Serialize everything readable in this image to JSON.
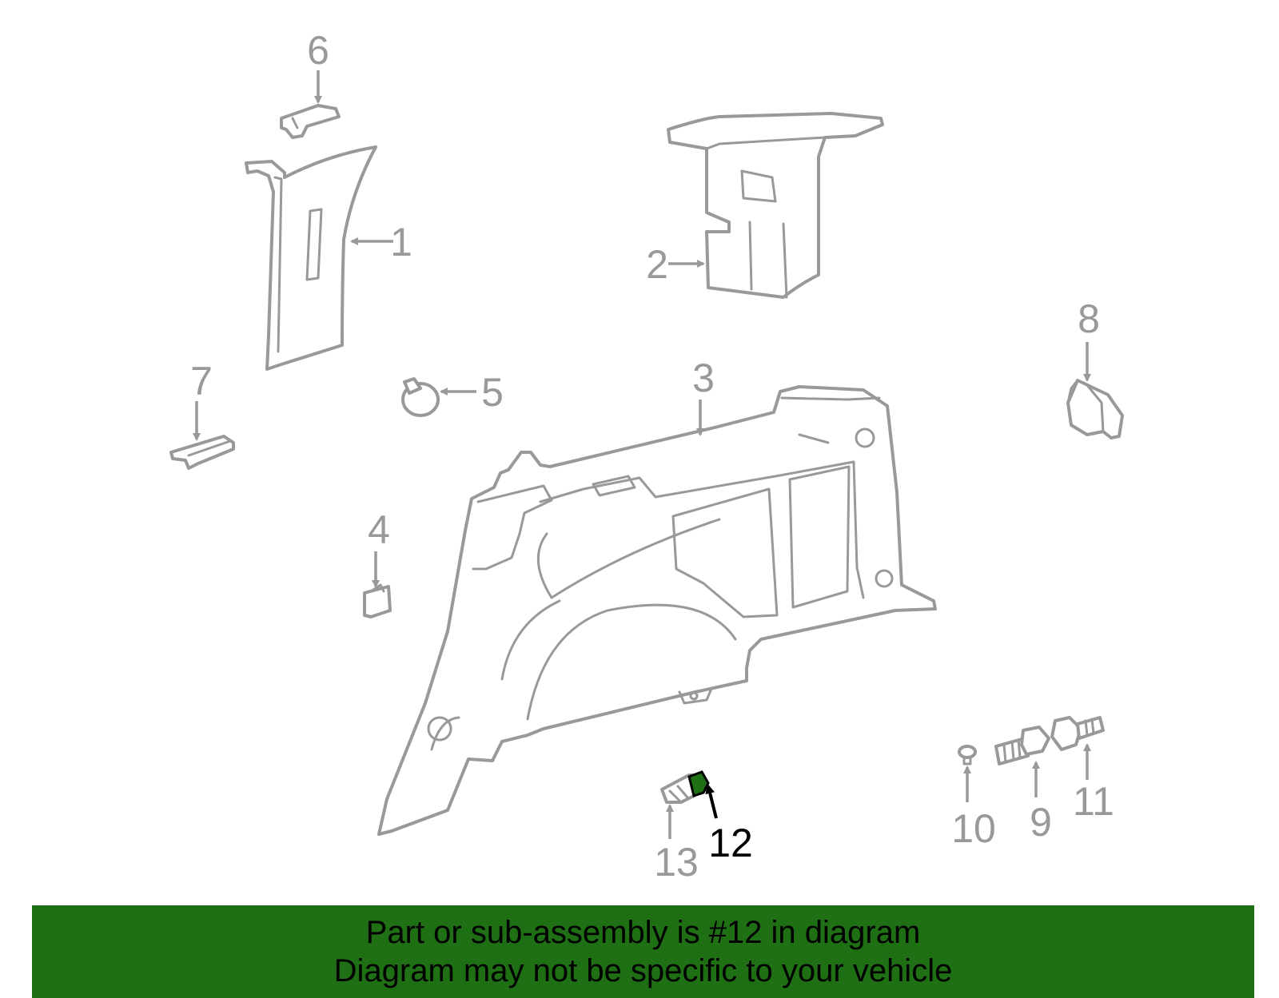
{
  "callouts": {
    "c1": "1",
    "c2": "2",
    "c3": "3",
    "c4": "4",
    "c5": "5",
    "c6": "6",
    "c7": "7",
    "c8": "8",
    "c9": "9",
    "c10": "10",
    "c11": "11",
    "c12": "12",
    "c13": "13"
  },
  "highlight": {
    "part_number": "12",
    "color": "#1f6f14"
  },
  "banner": {
    "line1": "Part or sub-assembly is #12 in diagram",
    "line2": "Diagram may not be specific to your vehicle",
    "background": "#1f6f14",
    "text_color": "#000000"
  },
  "colors": {
    "line_art": "#999999",
    "highlight_text": "#000000"
  }
}
